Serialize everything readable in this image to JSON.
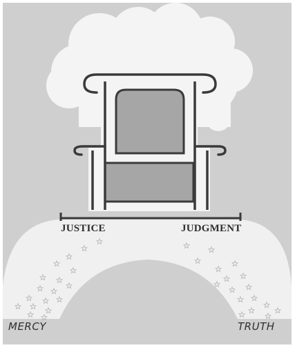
{
  "labels": {
    "top_left": "JUSTICE",
    "top_right": "JUDGMENT",
    "bottom_left": "MERCY",
    "bottom_right": "TRUTH"
  },
  "colors": {
    "background": "#cfcfcf",
    "cloud": "#f4f4f4",
    "arch": "#f0f0f0",
    "throne_panel": "#a6a6a6",
    "outline": "#3a3a3a"
  },
  "icons": {
    "cloud": "cloud-icon",
    "throne": "throne-icon",
    "arch": "arch-icon",
    "stars": "star-icon"
  }
}
